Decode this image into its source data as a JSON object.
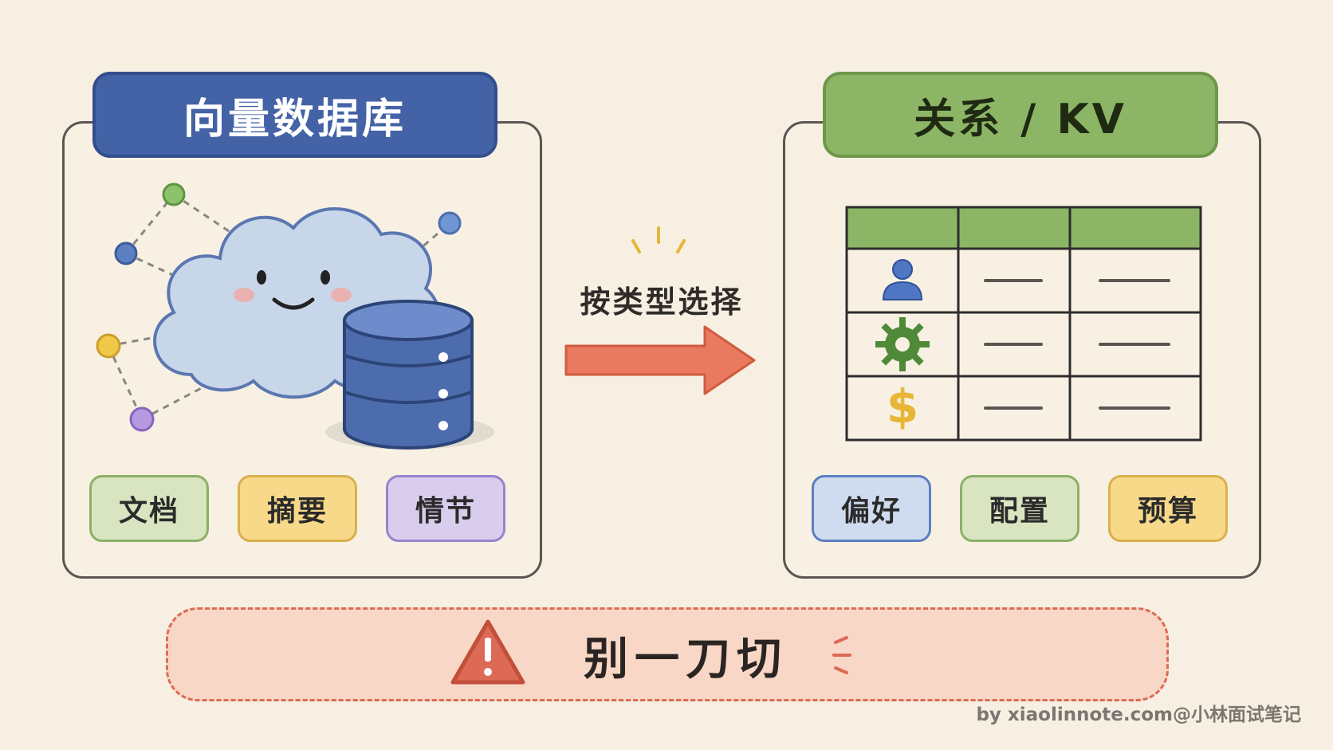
{
  "left_panel": {
    "title": "向量数据库",
    "chips": [
      {
        "label": "文档",
        "color": "green"
      },
      {
        "label": "摘要",
        "color": "yellow"
      },
      {
        "label": "情节",
        "color": "purple"
      }
    ]
  },
  "arrow": {
    "label": "按类型选择",
    "color": "#e97a5f"
  },
  "right_panel": {
    "title": "关系 / KV",
    "table": {
      "header_color": "#8db566",
      "rows": [
        {
          "icon": "user-icon"
        },
        {
          "icon": "gear-icon"
        },
        {
          "icon": "dollar-icon"
        }
      ]
    },
    "chips": [
      {
        "label": "偏好",
        "color": "blue"
      },
      {
        "label": "配置",
        "color": "green"
      },
      {
        "label": "预算",
        "color": "yellow"
      }
    ]
  },
  "warning": {
    "text": "别一刀切",
    "icon": "warning-triangle-icon",
    "color": "#dd6a55"
  },
  "credit": "by xiaolinnote.com@小林面试笔记"
}
